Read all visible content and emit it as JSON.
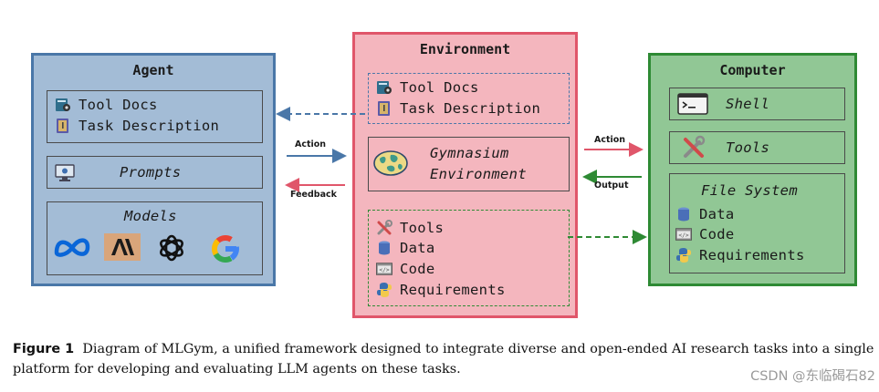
{
  "agent": {
    "title": "Agent",
    "tool_docs": "Tool Docs",
    "task_description": "Task Description",
    "prompts": "Prompts",
    "models": "Models"
  },
  "environment": {
    "title": "Environment",
    "tool_docs": "Tool Docs",
    "task_description": "Task Description",
    "gym_line1": "Gymnasium",
    "gym_line2": "Environment",
    "tools": "Tools",
    "data": "Data",
    "code": "Code",
    "requirements": "Requirements"
  },
  "computer": {
    "title": "Computer",
    "shell": "Shell",
    "tools": "Tools",
    "file_system": "File System",
    "data": "Data",
    "code": "Code",
    "requirements": "Requirements"
  },
  "arrows": {
    "action_left": "Action",
    "feedback": "Feedback",
    "action_right": "Action",
    "output": "Output"
  },
  "caption": {
    "label": "Figure 1",
    "text": "Diagram of MLGym, a unified framework designed to integrate diverse and open-ended AI research tasks into a single platform for developing and evaluating LLM agents on these tasks."
  },
  "watermark": "CSDN @东临碣石82",
  "colors": {
    "agent_fill": "#a3bcd6",
    "agent_border": "#4a77a8",
    "env_fill": "#f4b6be",
    "env_border": "#e0566a",
    "comp_fill": "#91c795",
    "comp_border": "#2e8a34"
  }
}
